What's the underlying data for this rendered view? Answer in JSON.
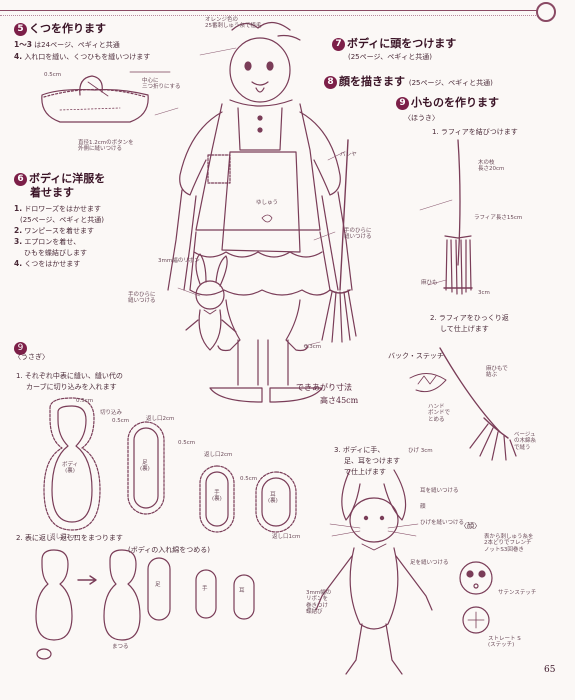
{
  "page_number": "65",
  "s5": {
    "number": "5",
    "title": "くつを作ります",
    "steps": [
      {
        "n": "1～3",
        "text": "は24ページ、ペギィと共通"
      },
      {
        "n": "4.",
        "text": "入れ口を縫い、くつひもを縫いつけます"
      }
    ],
    "notes": {
      "w05": "0.5cm",
      "cut": "中心に\n三つ折りにする",
      "button": "直径1.2cmのボタンを\n外側に縫いつける"
    }
  },
  "doll": {
    "notes": {
      "hair": "オレンジ色の\n25番刺しゅう糸で植毛",
      "fill": "パンヤ",
      "hand": "手のひらに\n縫いつける",
      "hand2": "手のひらに\n縫いつける",
      "pin": "ゆしゅう",
      "ribbon": "3mm幅のリボン",
      "w03": "0.3cm",
      "size_label": "できあがり寸法",
      "size_value": "高さ45cm"
    }
  },
  "s6": {
    "number": "6",
    "title_line1": "ボディに洋服を",
    "title_line2": "着せます",
    "steps": [
      {
        "n": "1.",
        "text": "ドロワーズをはかせます"
      },
      {
        "n": "",
        "text": "(25ページ、ペギィと共通)"
      },
      {
        "n": "2.",
        "text": "ワンピースを着せます"
      },
      {
        "n": "3.",
        "text": "エプロンを着せ、"
      },
      {
        "n": "",
        "text": "ひもを蝶結びします"
      },
      {
        "n": "4.",
        "text": "くつをはかせます"
      }
    ]
  },
  "s7": {
    "number": "7",
    "title": "ボディに頭をつけます",
    "note": "(25ページ、ペギィと共通)"
  },
  "s8": {
    "number": "8",
    "title": "顔を描きます",
    "note": "(25ページ、ペギィと共通)"
  },
  "s9top": {
    "number": "9",
    "title": "小ものを作ります",
    "subtitle": "〈ほうき〉",
    "step1": "1. ラフィアを結びつけます",
    "step2a": "2. ラフィアをひっくり返",
    "step2b": "して仕上げます",
    "notes": {
      "stick": "木の枝\n長さ20cm",
      "raffia": "ラフィア長さ15cm",
      "hemp": "麻ひも",
      "w3": "3cm",
      "backstitch": "バック・ステッチ",
      "hemp2": "麻ひもで\n結ぶ",
      "hotbond": "ハンド\nボンドで\nとめる",
      "broom": "ベージュ\nの木綿糸\nで縫う"
    }
  },
  "s9rabbit": {
    "number": "9",
    "subtitle": "〈うさぎ〉",
    "step1a": "1. それぞれ中表に縫い、縫い代の",
    "step1b": "カーブに切り込みを入れます",
    "step2a": "2. 表に返し、返し口をまつります",
    "step2b": "(ボディの入れ綿をつめる)",
    "notes": {
      "w05a": "0.5cm",
      "w05b": "0.5cm",
      "w05c": "0.5cm",
      "cut": "切り込み",
      "open1": "返し口2cm",
      "open2": "返し口2cm",
      "open3": "返し口2cm",
      "open4": "返し口1cm",
      "w05_ear": "0.5cm",
      "body": "ボディ\n(裏)",
      "leg": "足\n(裏)",
      "hand": "手\n(裏)",
      "ear": "耳\n(裏)",
      "s_leg": "足",
      "s_hand": "手",
      "s_ear": "耳",
      "fold": "まつる"
    }
  },
  "s9rabbit3": {
    "step_a": "3. ボディに手、",
    "step_b": "足、耳をつけます",
    "step_c": "て仕上げます",
    "notes": {
      "ribbon": "3mm幅の\nリボンを\n巻きつけ\n蝶結び",
      "whisker": "ひげ 3cm",
      "ear": "耳を縫いつける",
      "face": "顔",
      "sew": "ひげを縫いつける",
      "leg": "足を縫いつける",
      "eye_title": "〈顔〉",
      "eye_1": "表から刺しゅう糸を\n2本どりでフレンチ\nノットS3回巻き",
      "eye_2": "サテンステッチ",
      "eye_3": "ストレート S\n(ステッチ)"
    }
  }
}
